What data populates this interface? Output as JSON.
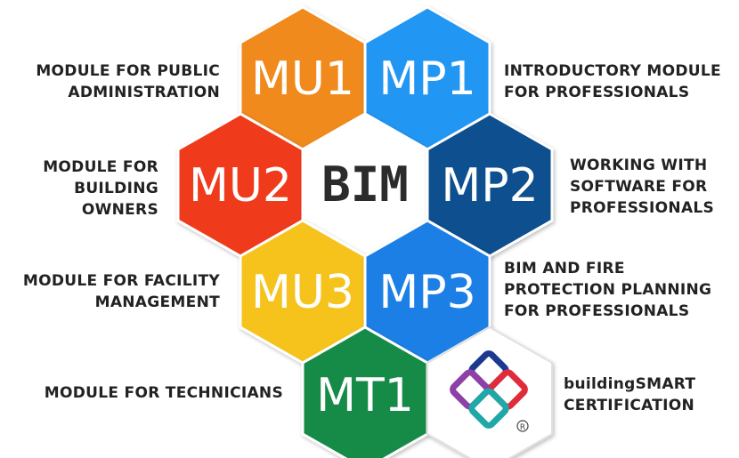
{
  "modules": [
    {
      "code": "MU1",
      "color": "#f08a1c"
    },
    {
      "code": "MP1",
      "color": "#2196f3"
    },
    {
      "code": "MU2",
      "color": "#ef3b1e"
    },
    {
      "code": "MP2",
      "color": "#0d4f8f"
    },
    {
      "code": "MU3",
      "color": "#f6c21a"
    },
    {
      "code": "MP3",
      "color": "#1e7fe6"
    },
    {
      "code": "MT1",
      "color": "#128a47"
    }
  ],
  "center": {
    "label": "BIM"
  },
  "labels": {
    "mu1": [
      "MODULE FOR PUBLIC",
      "ADMINISTRATION"
    ],
    "mp1": [
      "INTRODUCTORY MODULE",
      "FOR PROFESSIONALS"
    ],
    "mu2": [
      "MODULE FOR",
      "BUILDING",
      "OWNERS"
    ],
    "mp2": [
      "WORKING WITH",
      "SOFTWARE FOR",
      "PROFESSIONALS"
    ],
    "mu3": [
      "MODULE FOR FACILITY",
      "MANAGEMENT"
    ],
    "mp3": [
      "BIM AND FIRE",
      "PROTECTION PLANNING",
      "FOR PROFESSIONALS"
    ],
    "mt1": [
      "MODULE FOR TECHNICIANS"
    ],
    "cert": [
      "buildingSMART",
      "CERTIFICATION"
    ]
  },
  "logo": {
    "name": "buildingsmart-logo-icon",
    "colors": [
      "#1b3a8f",
      "#e02b3a",
      "#8e3fa8",
      "#20a7a7"
    ]
  }
}
